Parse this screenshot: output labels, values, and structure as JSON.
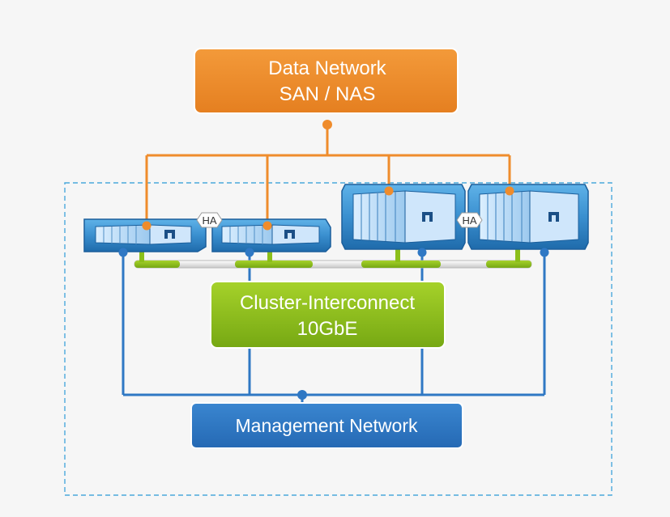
{
  "data_network": {
    "line1": "Data Network",
    "line2": "SAN / NAS"
  },
  "cluster_interconnect": {
    "line1": "Cluster-Interconnect",
    "line2": "10GbE"
  },
  "management_network": {
    "label": "Management Network"
  },
  "ha_labels": [
    "HA",
    "HA"
  ],
  "colors": {
    "data_network": "#ef8c2c",
    "cluster_interconnect": "#8cbf1a",
    "management_network": "#2f78c4",
    "cluster_boundary": "#4aa8dc",
    "controller_body": "#3a8fcf",
    "controller_dark": "#1b5f9c"
  }
}
